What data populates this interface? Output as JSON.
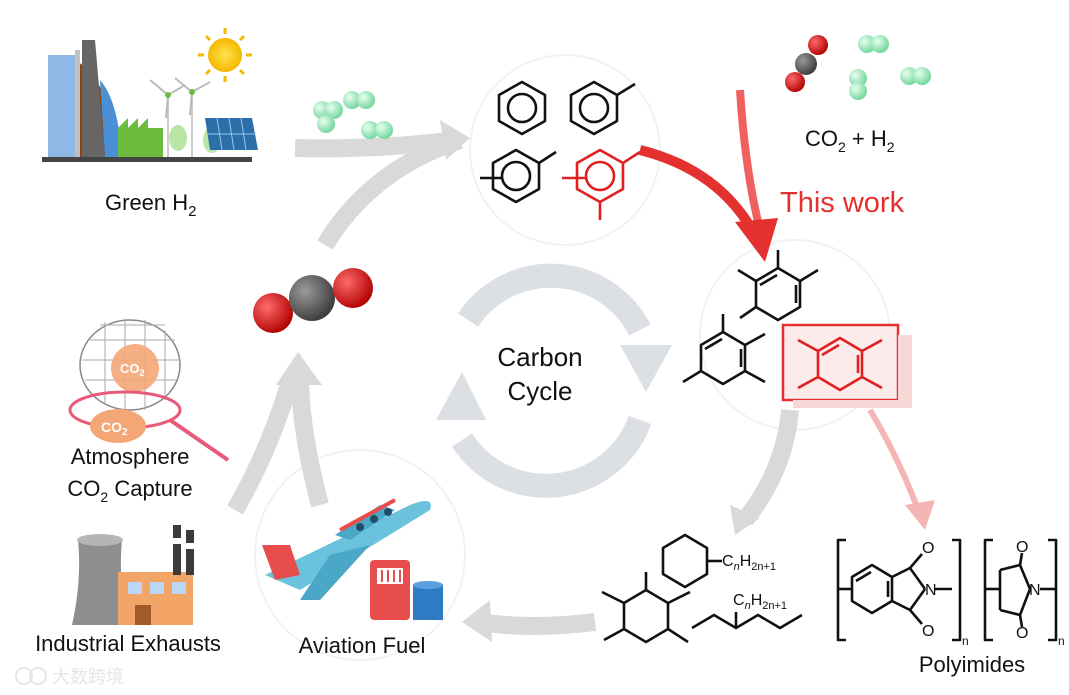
{
  "labels": {
    "green_h2": "Green H",
    "green_h2_sub": "2",
    "co2_h2_a": "CO",
    "co2_h2_sub1": "2",
    "co2_h2_b": " + H",
    "co2_h2_sub2": "2",
    "this_work": "This work",
    "carbon_cycle_line1": "Carbon",
    "carbon_cycle_line2": "Cycle",
    "atmosphere_line1": "Atmosphere",
    "atmosphere_line2_a": "CO",
    "atmosphere_line2_sub": "2",
    "atmosphere_line2_b": " Capture",
    "industrial_exhausts": "Industrial Exhausts",
    "aviation_fuel": "Aviation Fuel",
    "polyimides": "Polyimides",
    "net_co2_upper": "CO",
    "net_co2_upper_sub": "2",
    "net_co2_lower": "CO",
    "net_co2_lower_sub": "2",
    "alkyl_1": "C",
    "alkyl_1_n": "n",
    "alkyl_1_h": "H",
    "alkyl_1_sub": "2n+1",
    "alkyl_2": "C",
    "alkyl_2_n": "n",
    "alkyl_2_h": "H",
    "alkyl_2_sub": "2n+1",
    "imide_o1": "O",
    "imide_o2": "O",
    "imide_n": "N",
    "imide_sub": "n",
    "imide2_o1": "O",
    "imide2_o2": "O",
    "imide2_n": "N",
    "imide2_sub": "n",
    "watermark": "大数跨境"
  },
  "colors": {
    "arrow_gray": "#d9d9d9",
    "accent_red": "#e53030",
    "light_red": "#f7b3b3",
    "h2_green": "#8fe0b0",
    "o_red": "#d40000",
    "c_gray": "#555555"
  }
}
